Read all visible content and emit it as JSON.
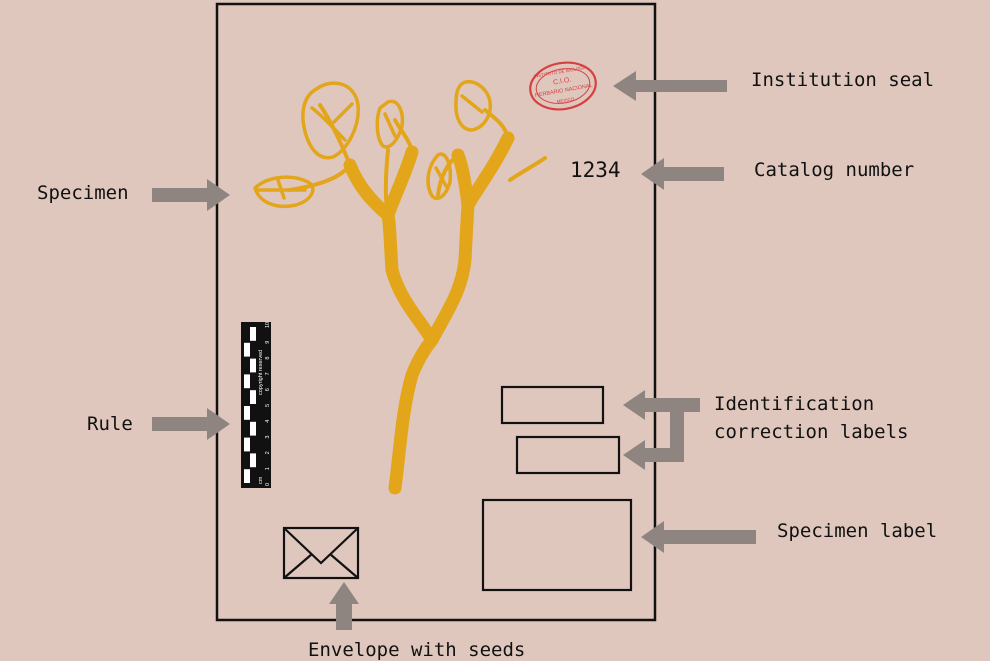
{
  "labels": {
    "institution_seal": "Institution seal",
    "catalog_number": "Catalog number",
    "specimen": "Specimen",
    "rule": "Rule",
    "identification_line1": "Identification",
    "identification_line2": "correction labels",
    "specimen_label": "Specimen label",
    "envelope": "Envelope with seeds"
  },
  "sheet": {
    "catalog_number": "1234",
    "seal_text": [
      "INSTITUTO DE BIOLOGIA",
      "C.I.O.",
      "HERBARIO NACIONAL",
      "MEXICO"
    ]
  },
  "ruler": {
    "unit": "cm",
    "ticks": [
      "0",
      "1",
      "2",
      "3",
      "4",
      "5",
      "6",
      "7",
      "8",
      "9",
      "10"
    ],
    "copyright": "copyright reserved"
  },
  "colors": {
    "background": "#dfc7bd",
    "plant": "#e3a51a",
    "arrow": "#8f8580",
    "seal": "#d64040",
    "outline": "#111111"
  }
}
